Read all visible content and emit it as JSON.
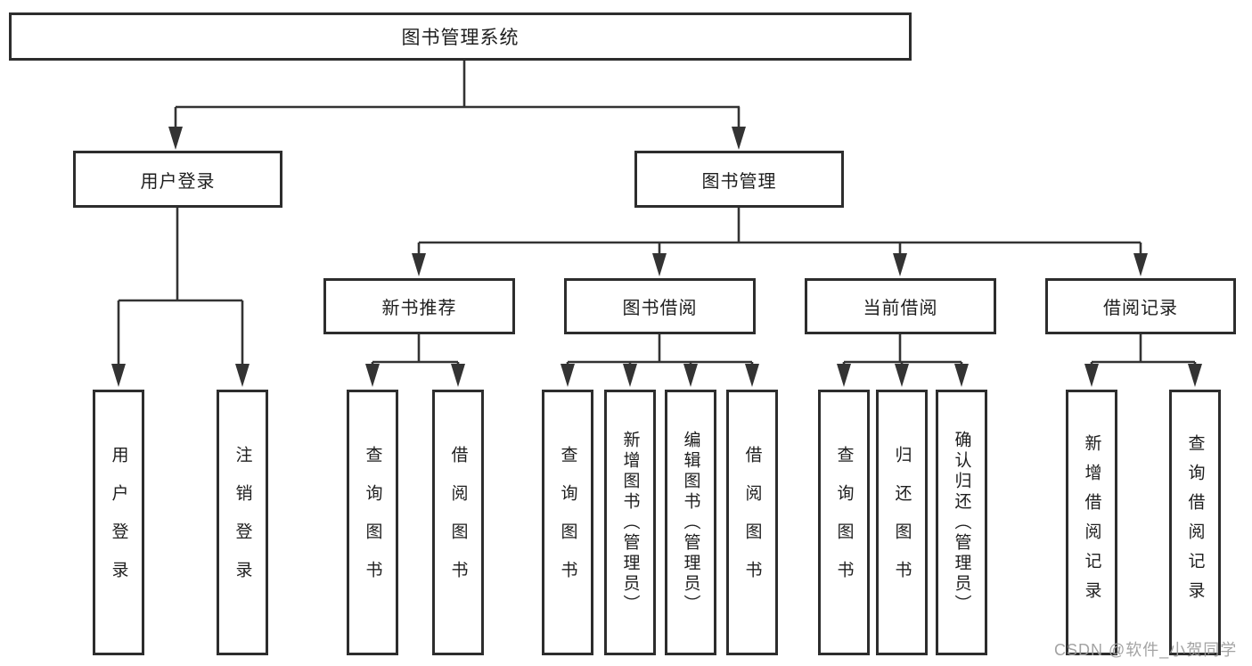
{
  "diagram": {
    "root": {
      "label": "图书管理系统"
    },
    "branches": [
      {
        "label": "用户登录",
        "children": [
          {
            "label": "用户登录"
          },
          {
            "label": "注销登录"
          }
        ]
      },
      {
        "label": "图书管理",
        "children": [
          {
            "label": "新书推荐",
            "children": [
              {
                "label": "查询图书"
              },
              {
                "label": "借阅图书"
              }
            ]
          },
          {
            "label": "图书借阅",
            "children": [
              {
                "label": "查询图书"
              },
              {
                "label": "新增图书（管理员）"
              },
              {
                "label": "编辑图书（管理员）"
              },
              {
                "label": "借阅图书"
              }
            ]
          },
          {
            "label": "当前借阅",
            "children": [
              {
                "label": "查询图书"
              },
              {
                "label": "归还图书"
              },
              {
                "label": "确认归还（管理员）"
              }
            ]
          },
          {
            "label": "借阅记录",
            "children": [
              {
                "label": "新增借阅记录"
              },
              {
                "label": "查询借阅记录"
              }
            ]
          }
        ]
      }
    ]
  },
  "watermark": {
    "text": "CSDN @软件_小贺同学"
  },
  "colors": {
    "line": "#333333",
    "box_border": "#2d2d2d",
    "background": "#ffffff",
    "text": "#1e1e1e",
    "watermark": "#9e9e9e"
  }
}
